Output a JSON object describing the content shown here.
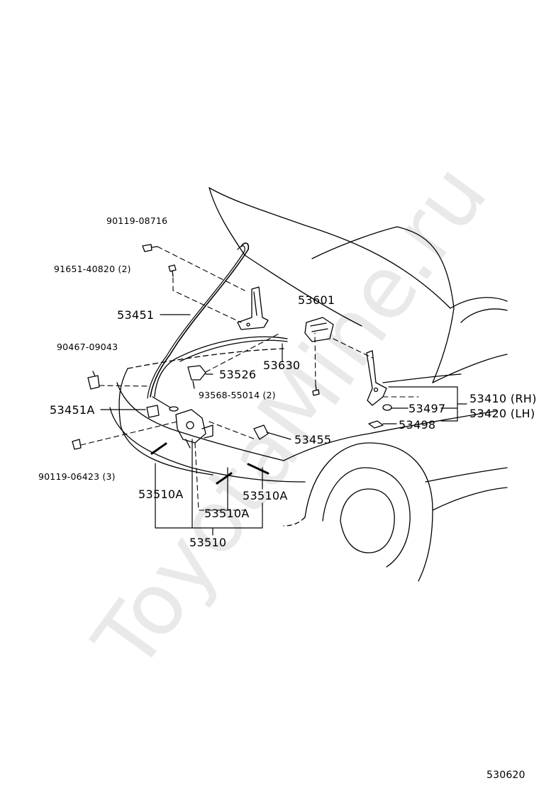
{
  "watermark": "ToyotaMine.ru",
  "diagram_code": "530620",
  "parts": {
    "p90119_08716": "90119-08716",
    "p91651_40820": "91651-40820 (2)",
    "p53451": "53451",
    "p53601": "53601",
    "p90467_09043": "90467-09043",
    "p53630": "53630",
    "p53526": "53526",
    "p93568_55014": "93568-55014 (2)",
    "p53410": "53410 (RH)",
    "p53451A": "53451A",
    "p53497": "53497",
    "p53420": "53420 (LH)",
    "p53498": "53498",
    "p53455": "53455",
    "p90119_06423": "90119-06423 (3)",
    "p53510A_left": "53510A",
    "p53510A_right": "53510A",
    "p53510A_mid": "53510A",
    "p53510": "53510"
  }
}
